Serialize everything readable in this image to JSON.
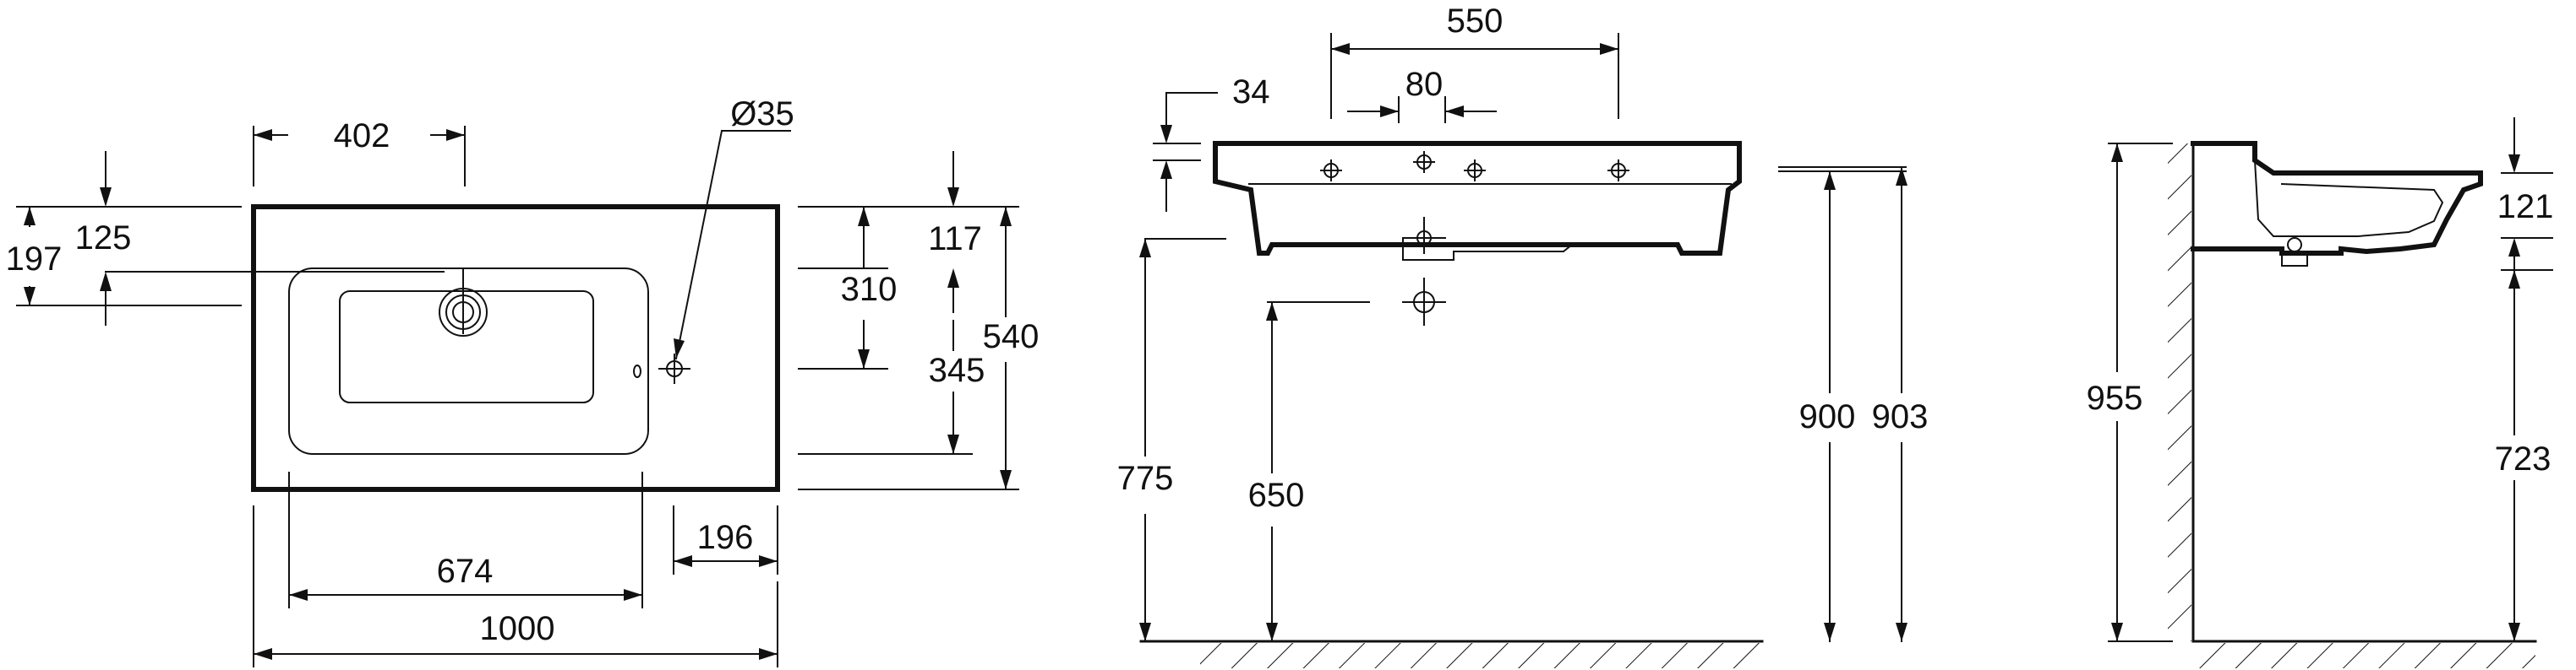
{
  "plan_view": {
    "d402": "402",
    "d35": "Ø35",
    "d197": "197",
    "d125": "125",
    "d117": "117",
    "d310": "310",
    "d345": "345",
    "d540": "540",
    "d196": "196",
    "d674": "674",
    "d1000": "1000"
  },
  "front_view": {
    "d550": "550",
    "d80": "80",
    "d34": "34",
    "d775": "775",
    "d650": "650",
    "d900": "900",
    "d903": "903"
  },
  "side_view": {
    "d955": "955",
    "d121": "121",
    "d723": "723"
  }
}
